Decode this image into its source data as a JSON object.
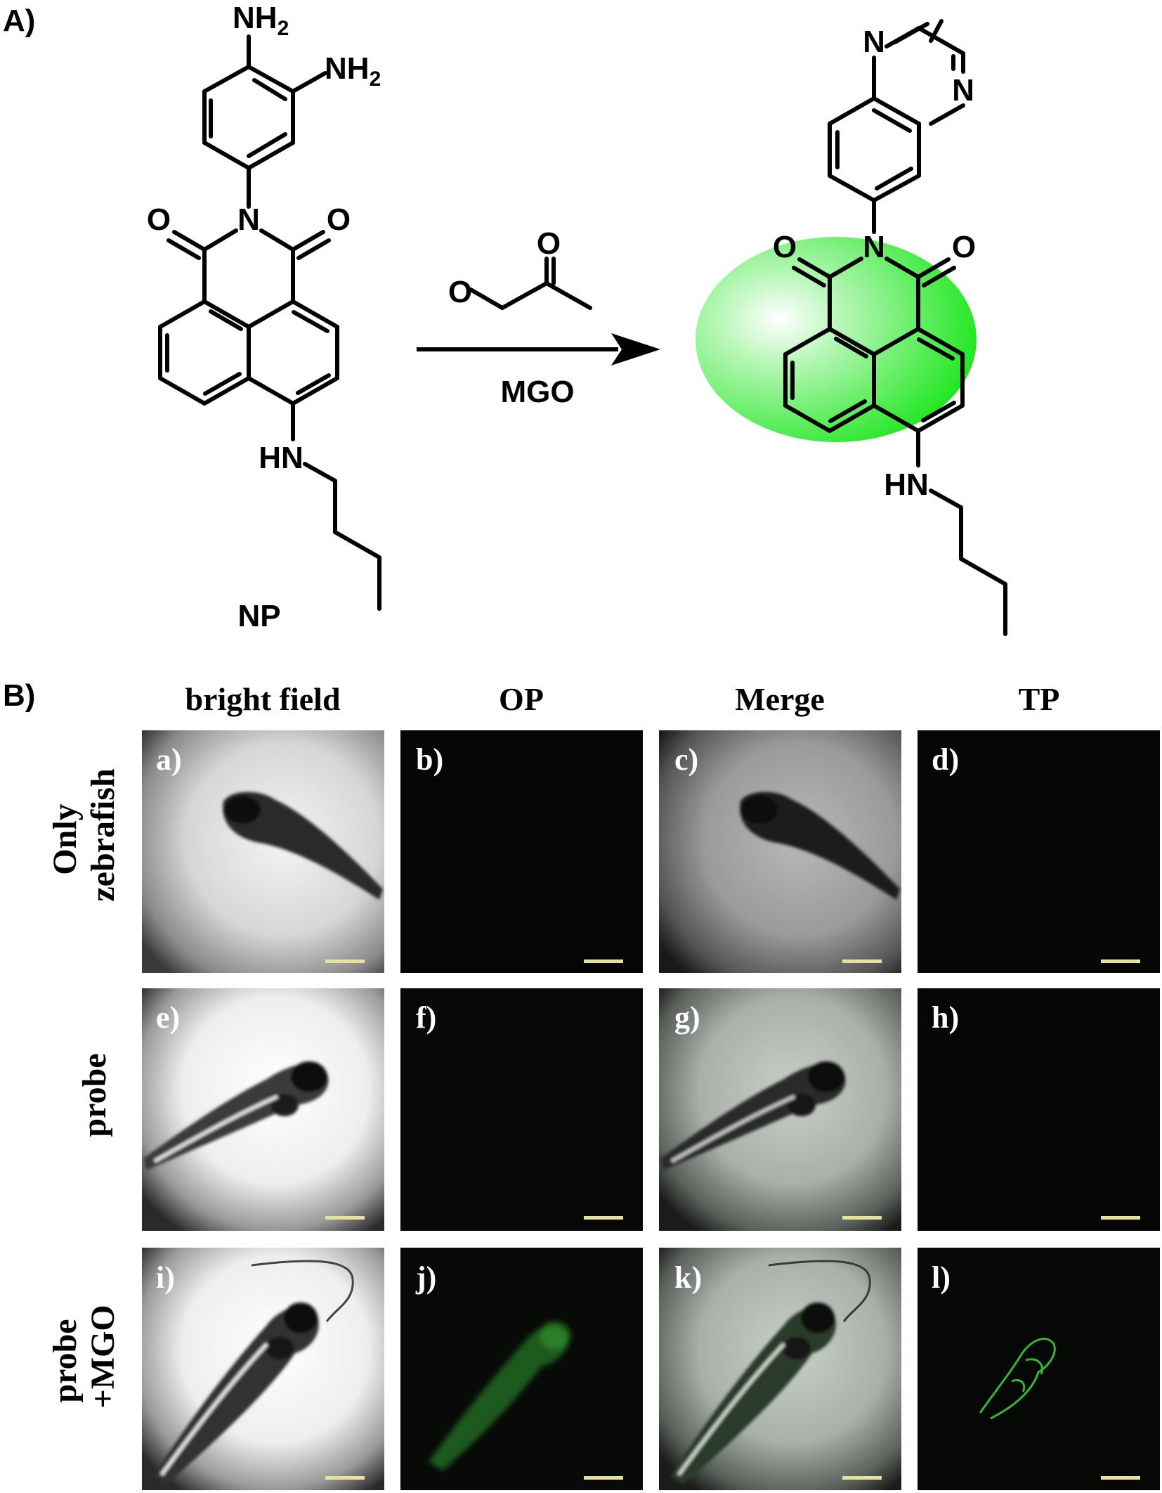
{
  "scheme": {
    "label": "A)",
    "reactant": {
      "name": "NP",
      "atoms": {
        "amine1": "NH",
        "amine2": "NH",
        "sub2": "2",
        "imide_n": "N",
        "o1": "O",
        "o2": "O",
        "hn": "HN"
      }
    },
    "reagent": {
      "name": "MGO",
      "o_ketone": "O",
      "o_aldehyde": "O"
    },
    "product": {
      "atoms": {
        "n1": "N",
        "n2": "N",
        "imide_n": "N",
        "o1": "O",
        "o2": "O",
        "hn": "HN"
      },
      "glow_color": "#18e618"
    }
  },
  "imaging": {
    "label": "B)",
    "columns": [
      "bright field",
      "OP",
      "Merge",
      "TP"
    ],
    "rows": [
      {
        "label_lines": [
          "Only",
          "zebrafish"
        ]
      },
      {
        "label_lines": [
          "probe"
        ]
      },
      {
        "label_lines": [
          "probe",
          "+MGO"
        ]
      }
    ],
    "panels": [
      "a)",
      "b)",
      "c)",
      "d)",
      "e)",
      "f)",
      "g)",
      "h)",
      "i)",
      "j)",
      "k)",
      "l)"
    ],
    "scale_bar_color": "#e6e29a",
    "fluorescence_color": "#2f9a2f"
  }
}
